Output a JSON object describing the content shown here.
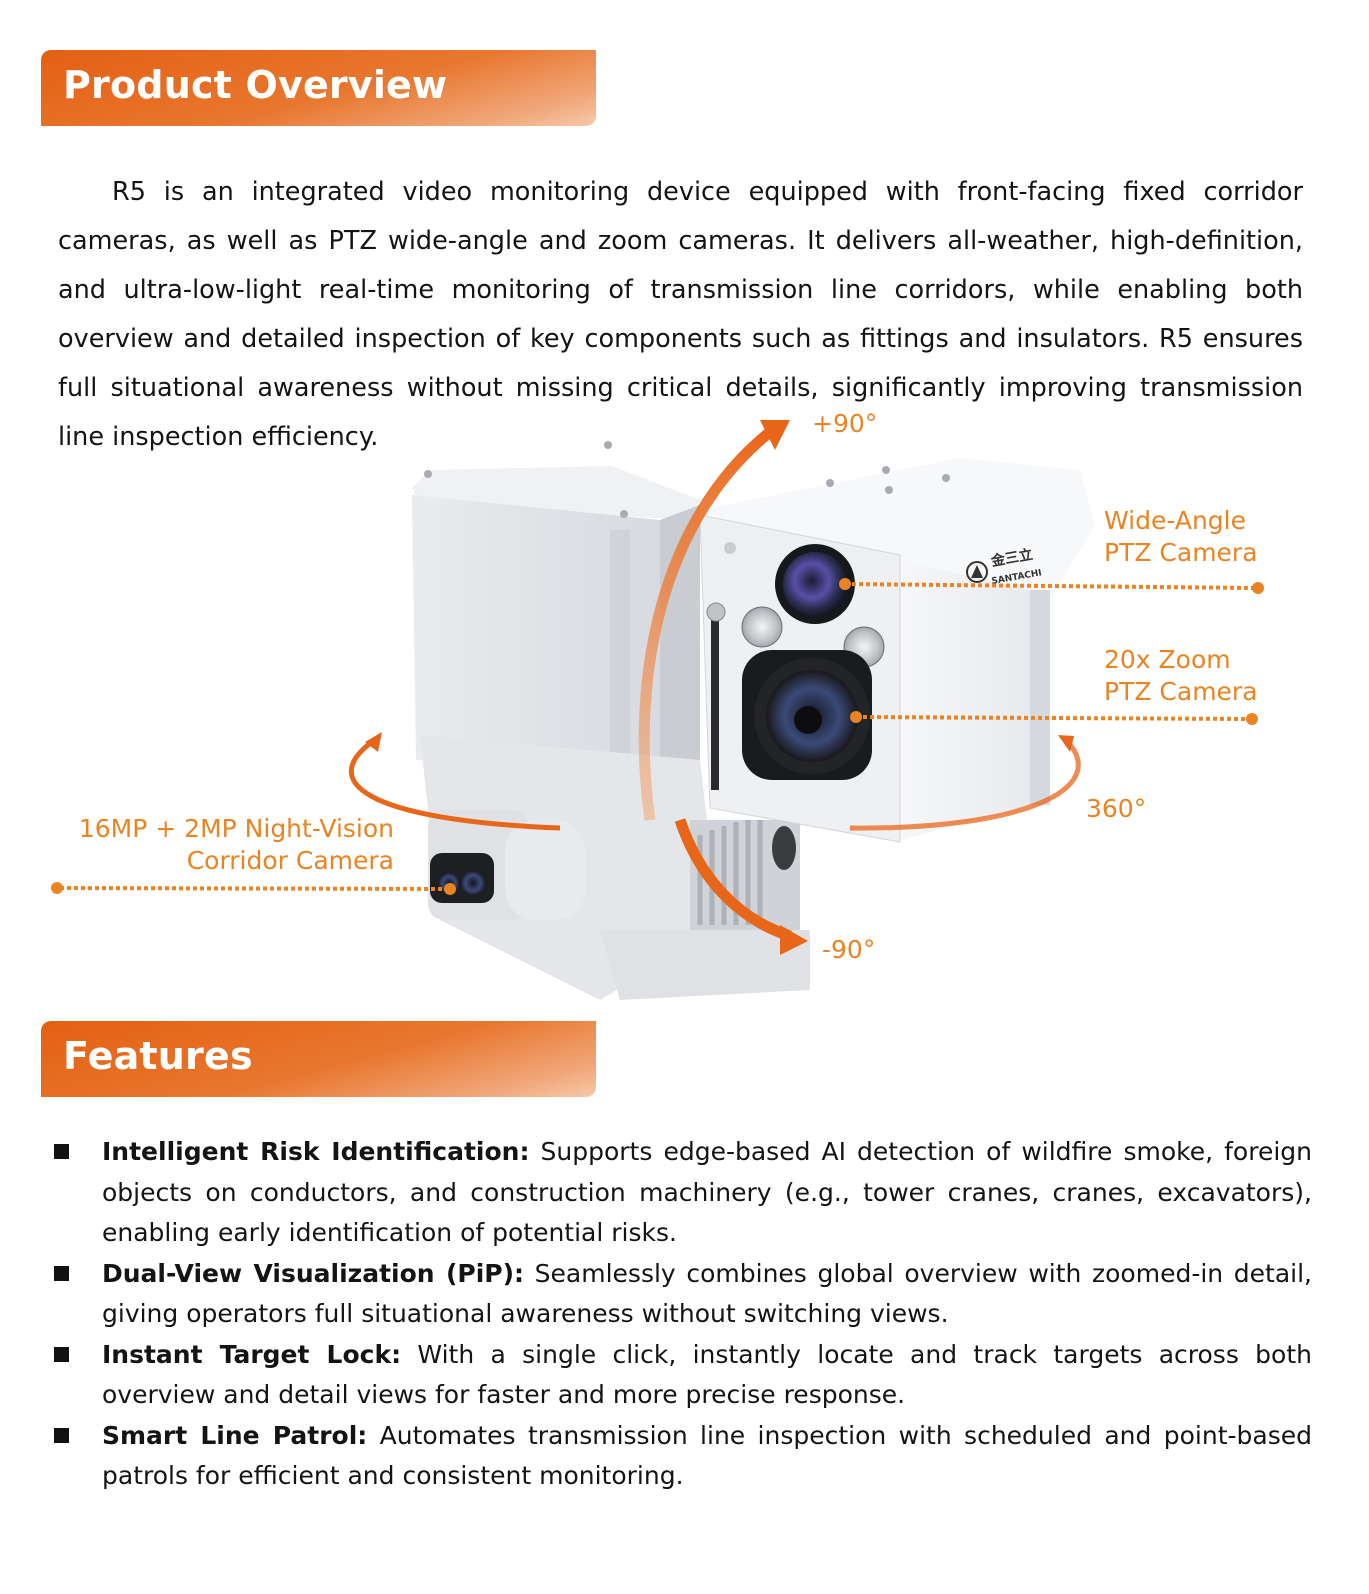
{
  "overview": {
    "heading": "Product Overview",
    "paragraph": "R5 is an integrated video monitoring device equipped with front-facing fixed corridor cameras, as well as PTZ wide-angle and zoom cameras. It delivers all-weather, high-definition, and ultra-low-light real-time monitoring of transmission line corridors, while enabling both overview and detailed inspection of key components such as fittings and insulators. R5 ensures full situational awareness without missing critical details, significantly improving transmission line inspection efficiency."
  },
  "diagram": {
    "tilt_up_label": "+90°",
    "tilt_down_label": "-90°",
    "pan_label": "360°",
    "wide_angle_label": [
      "Wide-Angle",
      "PTZ Camera"
    ],
    "zoom_label": [
      "20x Zoom",
      "PTZ Camera"
    ],
    "corridor_label": [
      "16MP + 2MP Night-Vision",
      "Corridor Camera"
    ],
    "brand_logo_cn": "金三立",
    "brand_logo_en": "SANTACHI",
    "accent_color": "#ea8322",
    "arrow_color": "#e8661a"
  },
  "features": {
    "heading": "Features",
    "items": [
      {
        "title": "Intelligent Risk Identification:",
        "text": " Supports edge-based AI detection of wildfire smoke, foreign objects on conductors, and construction machinery (e.g., tower cranes, cranes, excavators), enabling early identification of potential risks."
      },
      {
        "title": "Dual-View Visualization (PiP):",
        "text": " Seamlessly combines global overview with zoomed-in detail, giving operators full situational awareness without switching views."
      },
      {
        "title": "Instant Target Lock:",
        "text": "  With a single click, instantly locate and track targets across both overview and detail views for faster and more precise response."
      },
      {
        "title": "Smart Line Patrol:",
        "text": "  Automates transmission line inspection with scheduled and point-based patrols for efficient and consistent monitoring."
      }
    ]
  }
}
